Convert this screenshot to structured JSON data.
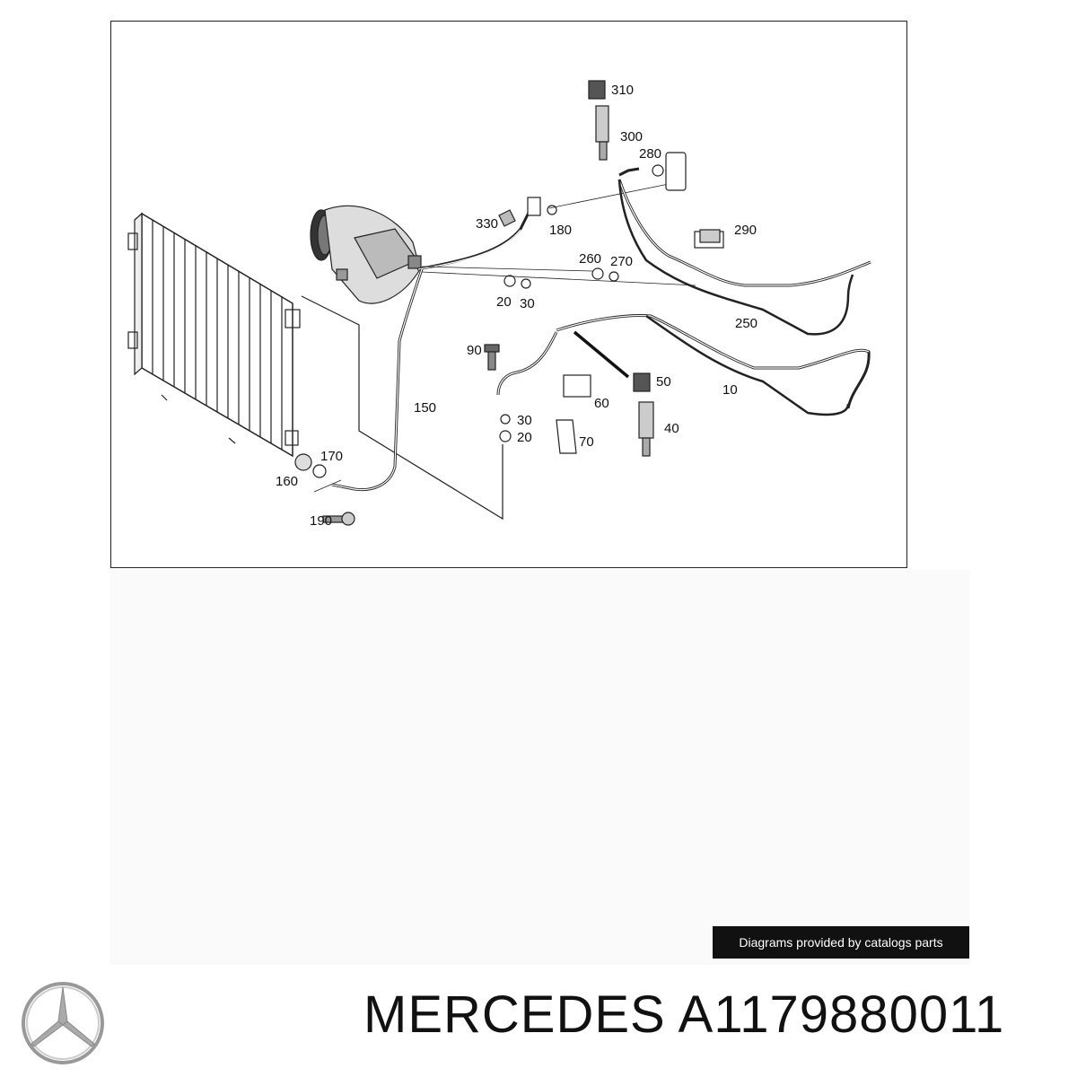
{
  "diagram": {
    "callouts": [
      "310",
      "300",
      "280",
      "330",
      "180",
      "290",
      "260",
      "270",
      "20",
      "30",
      "250",
      "90",
      "50",
      "10",
      "60",
      "150",
      "30",
      "20",
      "40",
      "70",
      "170",
      "160",
      "190"
    ]
  },
  "footer": {
    "credit": "Diagrams provided by catalogs parts",
    "brand": "MERCEDES",
    "part_number": "A1179880011",
    "logo_icon": "mercedes-star-icon"
  }
}
